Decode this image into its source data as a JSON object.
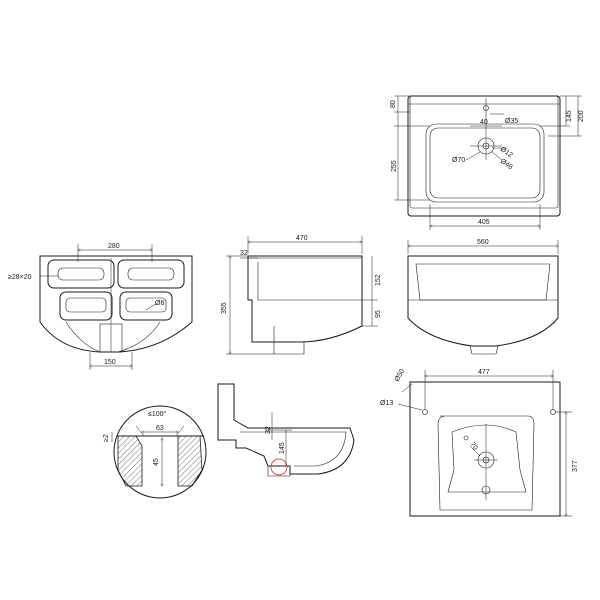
{
  "views": {
    "top": {
      "dims": {
        "d80": "80",
        "d145": "145",
        "d200": "200",
        "d35": "Ø35",
        "d40": "40",
        "d12": "Ø12",
        "d70": "Ø70",
        "d46": "Ø46",
        "d255": "255",
        "d405": "405"
      }
    },
    "rear": {
      "dims": {
        "d280": "280",
        "d28x20": "≥28×20",
        "d6": "Ø6",
        "d150": "150"
      }
    },
    "side": {
      "dims": {
        "d470": "470",
        "d32": "32",
        "d152": "152",
        "d355": "355",
        "d95": "95"
      }
    },
    "front": {
      "dims": {
        "d560": "560"
      }
    },
    "detail": {
      "dims": {
        "d100": "≤100°",
        "d63": "63",
        "d2": "≥2",
        "d45": "45"
      }
    },
    "section": {
      "dims": {
        "d32": "32",
        "d145": "145"
      }
    },
    "bottom": {
      "dims": {
        "d50": "Ø50",
        "d477": "477",
        "d13": "Ø13",
        "d70": "70",
        "d377": "377"
      }
    }
  }
}
